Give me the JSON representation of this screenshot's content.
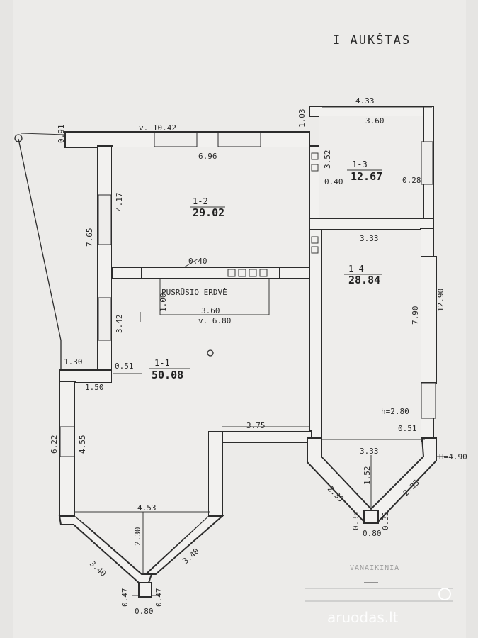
{
  "title": "I AUKŠTAS",
  "rooms": {
    "r11": {
      "id": "1-1",
      "area": "50.08"
    },
    "r12": {
      "id": "1-2",
      "area": "29.02"
    },
    "r13": {
      "id": "1-3",
      "area": "12.67"
    },
    "r14": {
      "id": "1-4",
      "area": "28.84"
    }
  },
  "note": "PUSRŪSIO ERDVĖ",
  "dims": {
    "top_outer": "v. 10.42",
    "top_inner": "6.96",
    "right_top": "4.33",
    "r13_width": "3.60",
    "r14_width": "3.33",
    "wall_091": "0.91",
    "wall_103": "1.03",
    "left_height": "7.65",
    "left_inner_upper": "4.17",
    "left_inner_lower": "3.42",
    "stair_040": "0.40",
    "stair_100": "1.00",
    "stair_360": "3.60",
    "stair_680": "v. 6.80",
    "w_352": "3.52",
    "w_040b": "0.40",
    "w_028": "0.28",
    "r14_len": "7.90",
    "right_outer": "12.90",
    "height_room": "h=2.80",
    "height_total": "H=4.90",
    "w_051a": "0.51",
    "w_051b": "0.51",
    "dim_130": "1.30",
    "dim_150": "1.50",
    "dim_622": "6.22",
    "dim_455": "4.55",
    "dim_375": "3.75",
    "bay1_width": "4.53",
    "bay1_depth": "2.30",
    "bay1_side_l": "3.40",
    "bay1_side_r": "3.40",
    "bay1_047l": "0.47",
    "bay1_047r": "0.47",
    "bay1_080": "0.80",
    "bay2_width": "3.33",
    "bay2_depth": "1.52",
    "bay2_side_l": "2.35",
    "bay2_side_r": "2.35",
    "bay2_035l": "0.35",
    "bay2_035r": "0.35",
    "bay2_080": "0.80"
  },
  "stamp": "VANAIKINIA",
  "watermark": "aruodas.lt"
}
